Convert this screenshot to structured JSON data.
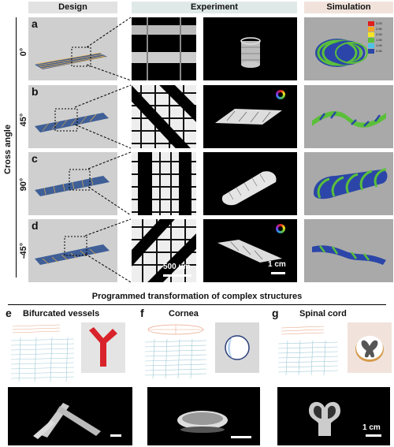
{
  "headers": {
    "design": "Design",
    "experiment": "Experiment",
    "simulation": "Simulation"
  },
  "header_colors": {
    "design": "#e2e2e2",
    "experiment": "#dfe9e8",
    "simulation": "#f1e3dc"
  },
  "axis_label": "Cross angle",
  "rows": [
    {
      "letter": "a",
      "angle": "0°"
    },
    {
      "letter": "b",
      "angle": "45°"
    },
    {
      "letter": "c",
      "angle": "90°"
    },
    {
      "letter": "d",
      "angle": "-45°"
    }
  ],
  "scale_bars": {
    "micro": "500 μm",
    "macro": "1 cm"
  },
  "colorbar": [
    "3.00",
    "2.50",
    "2.00",
    "1.50",
    "1.00",
    "0.50"
  ],
  "bottom": {
    "title": "Programmed transformation of complex structures",
    "panels": [
      {
        "letter": "e",
        "title": "Bifurcated vessels"
      },
      {
        "letter": "f",
        "title": "Cornea"
      },
      {
        "letter": "g",
        "title": "Spinal cord"
      }
    ],
    "scale_label": "1 cm"
  },
  "colors": {
    "design_blue": "#3f5f96",
    "sim_green": "#5bbf3a",
    "sim_blue": "#2b46a8",
    "vessel_red": "#d9232a"
  }
}
